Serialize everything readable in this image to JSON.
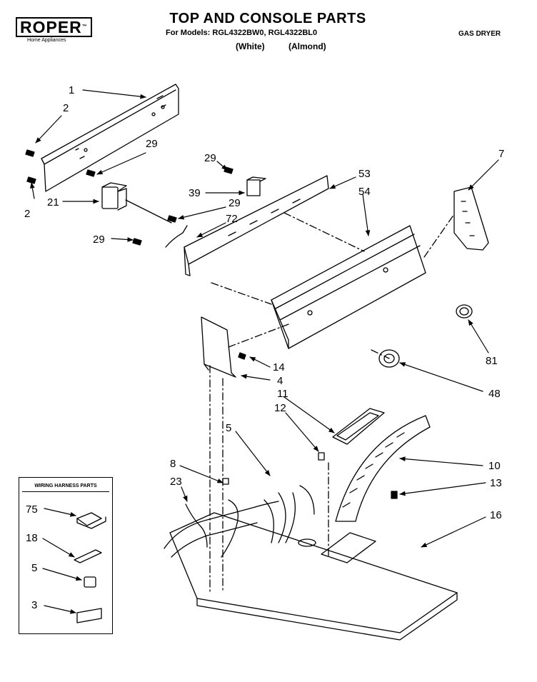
{
  "header": {
    "brand": "ROPER",
    "brand_sub": "Home Appliances",
    "title": "TOP AND CONSOLE PARTS",
    "models": "For Models: RGL4322BW0, RGL4322BL0",
    "variant_white": "(White)",
    "variant_almond": "(Almond)",
    "product_type": "GAS DRYER"
  },
  "wiring_box": {
    "title": "WIRING HARNESS PARTS",
    "callouts": [
      "75",
      "18",
      "5",
      "3"
    ]
  },
  "callouts": {
    "c1": "1",
    "c2a": "2",
    "c2b": "2",
    "c29a": "29",
    "c29b": "29",
    "c29c": "29",
    "c29d": "29",
    "c21": "21",
    "c39": "39",
    "c72": "72",
    "c53": "53",
    "c54": "54",
    "c7": "7",
    "c81": "81",
    "c48": "48",
    "c14": "14",
    "c4": "4",
    "c11": "11",
    "c12": "12",
    "c5": "5",
    "c8": "8",
    "c23": "23",
    "c10": "10",
    "c13": "13",
    "c16": "16"
  },
  "colors": {
    "line": "#000000",
    "background": "#ffffff"
  }
}
